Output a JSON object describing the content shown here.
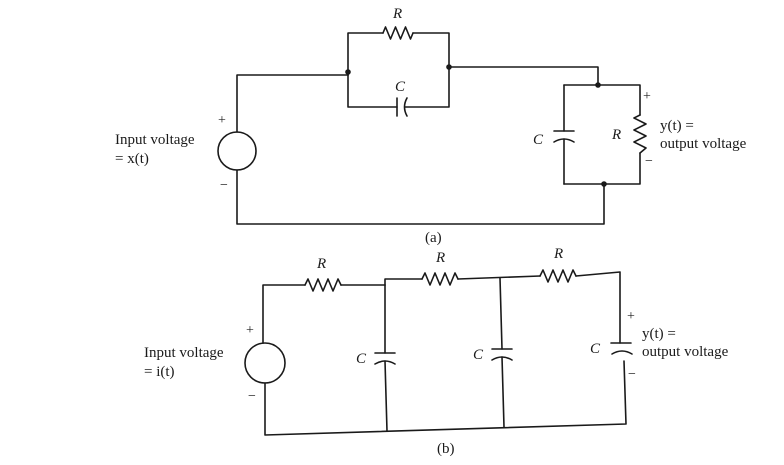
{
  "circuit_a": {
    "input_label_line1": "Input voltage",
    "input_label_line2": "= x(t)",
    "output_label_line1": "y(t) =",
    "output_label_line2": "output voltage",
    "resistor_top": "R",
    "capacitor_top": "C",
    "capacitor_shunt": "C",
    "resistor_shunt": "R",
    "source_plus": "+",
    "source_minus": "−",
    "output_plus": "+",
    "output_minus": "−",
    "caption": "(a)"
  },
  "circuit_b": {
    "input_label_line1": "Input voltage",
    "input_label_line2": "= i(t)",
    "output_label_line1": "y(t) =",
    "output_label_line2": "output voltage",
    "resistor_1": "R",
    "resistor_2": "R",
    "resistor_3": "R",
    "capacitor_1": "C",
    "capacitor_2": "C",
    "capacitor_3": "C",
    "source_plus": "+",
    "source_minus": "−",
    "output_plus": "+",
    "output_minus": "−",
    "caption": "(b)"
  },
  "colors": {
    "ink": "#1a1a1a",
    "background": "#ffffff"
  }
}
